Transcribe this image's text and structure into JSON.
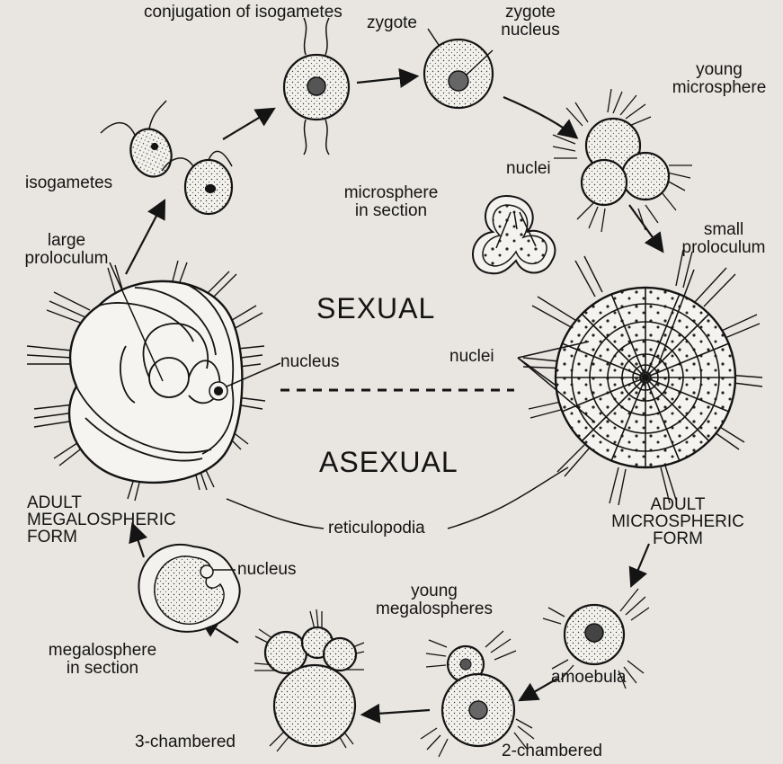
{
  "labels": {
    "conjugation_of_isogametes": "conjugation of isogametes",
    "zygote": "zygote",
    "zygote_nucleus": "zygote nucleus",
    "young_microsphere": "young microsphere",
    "microsphere_in_section": "microsphere in section",
    "nuclei_top": "nuclei",
    "isogametes": "isogametes",
    "large_proloculum": "large proloculum",
    "small_proloculum": "small proloculum",
    "sexual": "SEXUAL",
    "nucleus_adult": "nucleus",
    "nuclei_mid": "nuclei",
    "asexual": "ASEXUAL",
    "adult_megalospheric_form": "ADULT MEGALOSPHERIC FORM",
    "reticulopodia": "reticulopodia",
    "adult_microspheric_form": "ADULT MICROSPHERIC FORM",
    "nucleus_section": "nucleus",
    "young_megalospheres": "young megalospheres",
    "megalosphere_in_section": "megalosphere in section",
    "amoebula": "amoebula",
    "three_chambered": "3-chambered",
    "two_chambered": "2-chambered"
  },
  "colors": {
    "ink": "#141414",
    "paper": "#e9e6e1",
    "cell": "#f3f1ec"
  }
}
